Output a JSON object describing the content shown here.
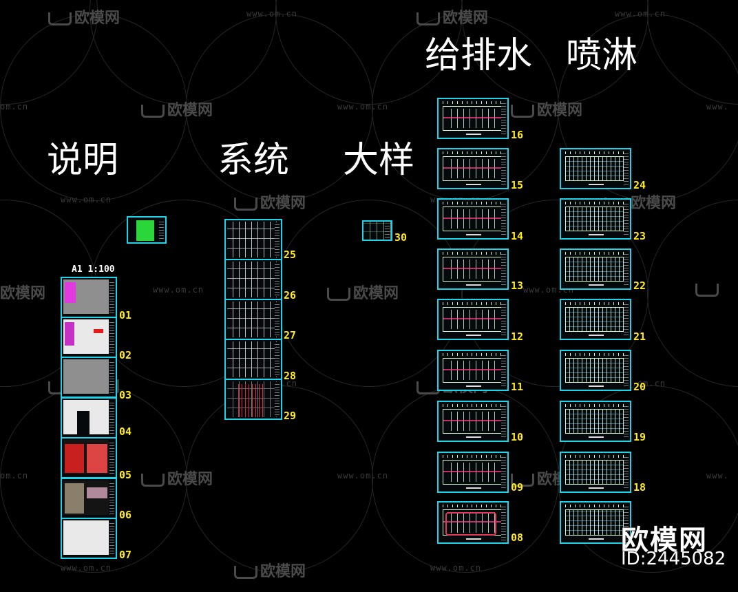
{
  "headings": {
    "explanation": "说明",
    "system": "系统",
    "detail": "大样",
    "water": "给排水",
    "sprinkler": "喷淋"
  },
  "scale_label": "A1 1:100",
  "watermark": {
    "url": "www.om.cn",
    "url_left": "om.cn",
    "url_right": "www.",
    "logo": "欧模网"
  },
  "sheet_numbers": {
    "description": [
      "01",
      "02",
      "03",
      "04",
      "05",
      "06",
      "07"
    ],
    "system": [
      "25",
      "26",
      "27",
      "28",
      "29"
    ],
    "detail": "30",
    "water": [
      "16",
      "15",
      "14",
      "13",
      "12",
      "11",
      "10",
      "09",
      "08"
    ],
    "sprinkler": [
      "24",
      "23",
      "22",
      "21",
      "20",
      "19",
      "18"
    ]
  },
  "brand": {
    "logo": "欧模网",
    "id": "ID:2445082"
  },
  "colors": {
    "background": "#000000",
    "sheet_border": "#1fd3e8",
    "sheet_number": "#ffeb1f",
    "heading": "#ffffff"
  }
}
